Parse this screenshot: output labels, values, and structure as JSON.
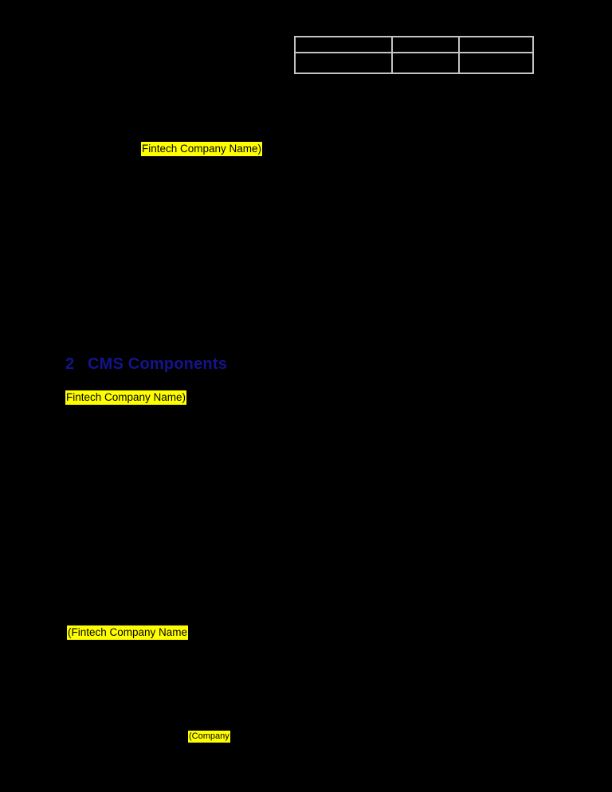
{
  "page": {
    "background_color": "#000000",
    "highlight_color": "#FFFF00",
    "heading_color": "#14148C",
    "table_border_color": "#C4C4C4"
  },
  "header_table": {
    "rows": [
      {
        "cells": [
          "",
          "",
          ""
        ]
      },
      {
        "cells": [
          "",
          "",
          ""
        ]
      }
    ]
  },
  "heading": {
    "number": "2",
    "title": "CMS Components"
  },
  "highlights": [
    {
      "text": "Fintech Company Name)"
    },
    {
      "text": "Fintech Company Name)"
    },
    {
      "text": "(Fintech Company Name"
    },
    {
      "text": "(Company"
    }
  ]
}
